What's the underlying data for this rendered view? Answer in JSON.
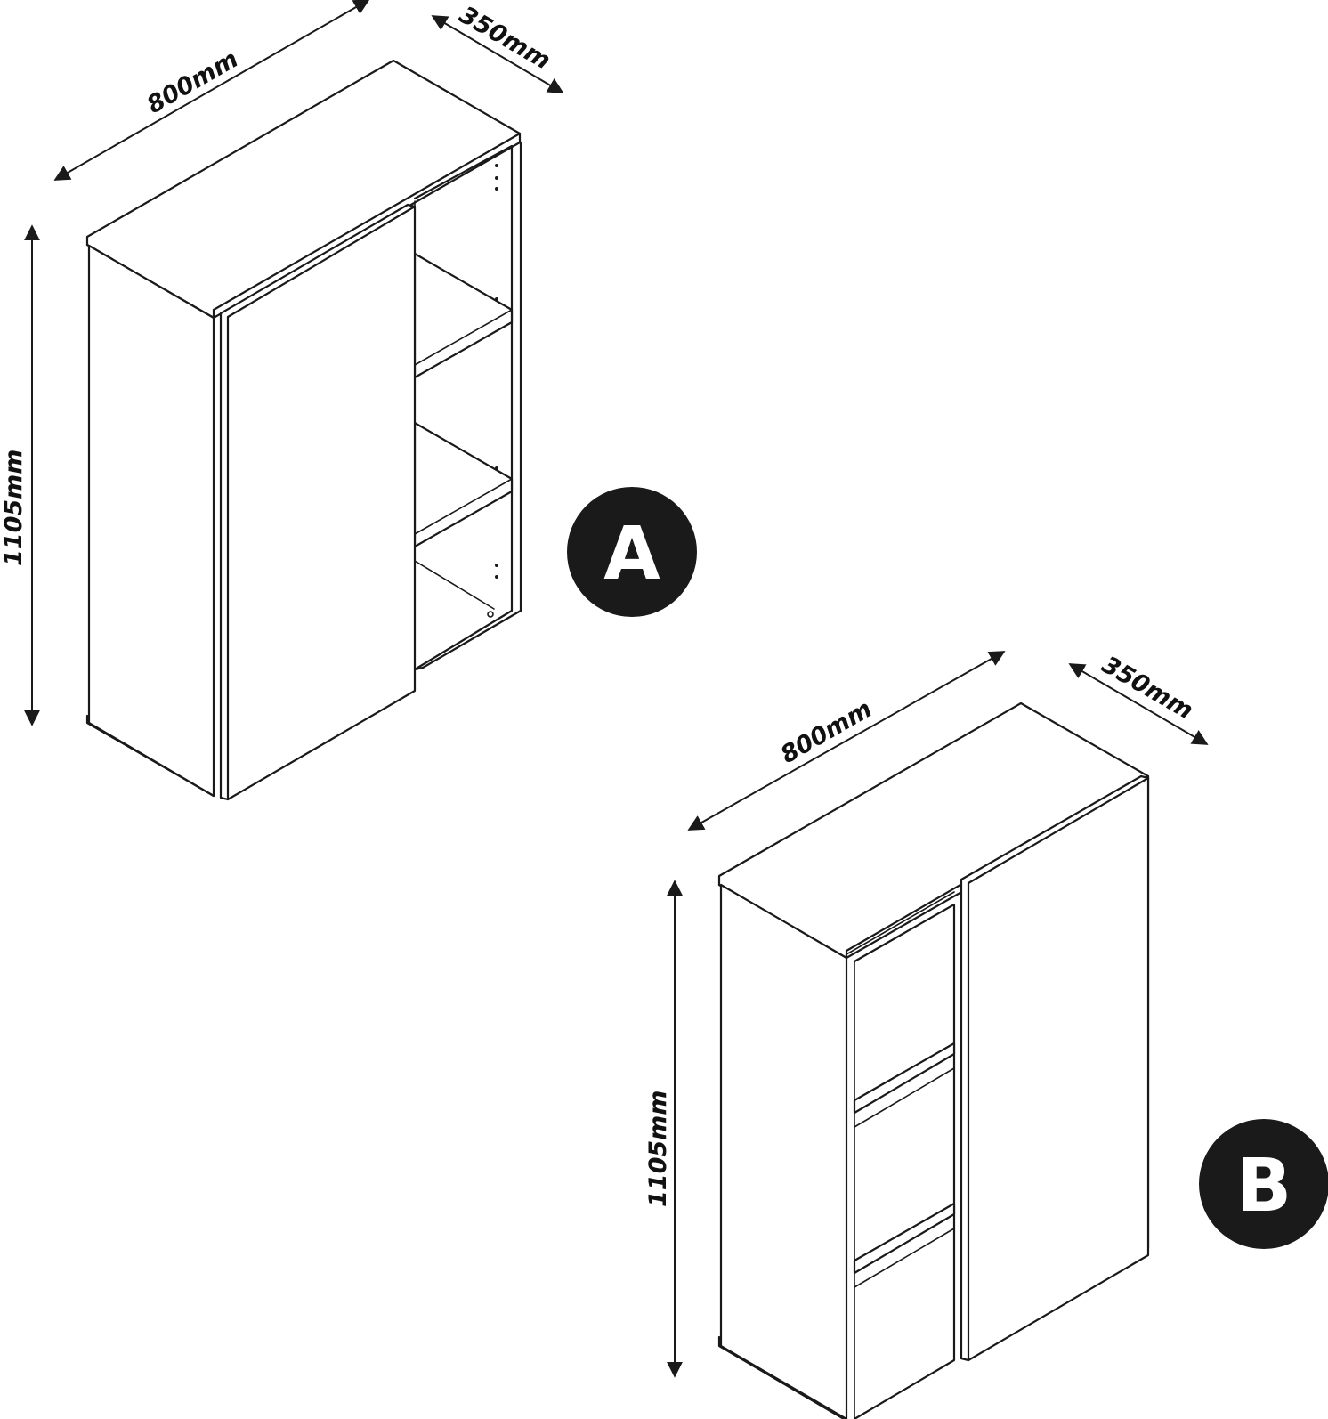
{
  "diagram": {
    "cabinet_a": {
      "label": "A",
      "width_label": "800mm",
      "depth_label": "350mm",
      "height_label": "1105mm"
    },
    "cabinet_b": {
      "label": "B",
      "width_label": "800mm",
      "depth_label": "350mm",
      "height_label": "1105mm"
    }
  },
  "colors": {
    "line": "#1a1a1a",
    "badge": "#1a1a1a",
    "badge_text": "#ffffff",
    "background": "#ffffff"
  }
}
